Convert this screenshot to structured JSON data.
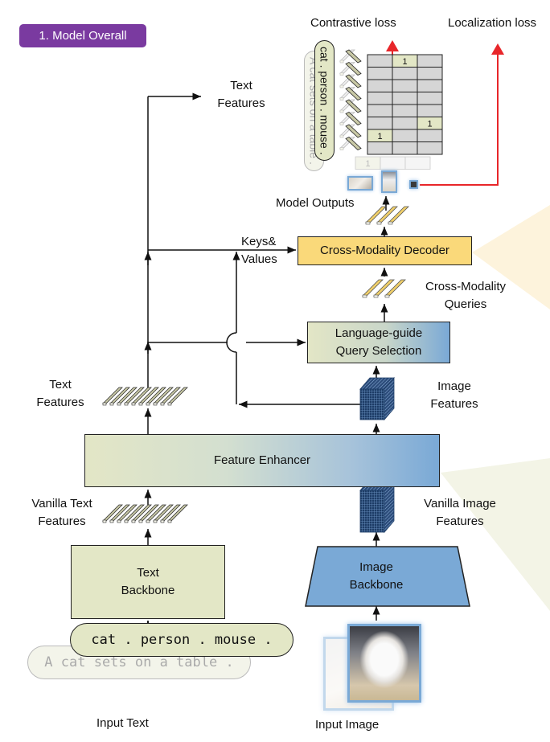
{
  "badge": {
    "label": "1. Model Overall",
    "color": "#7a3aa0"
  },
  "losses": {
    "contrastive": "Contrastive loss",
    "localization": "Localization loss",
    "arrow_color": "#e8262a"
  },
  "labels": {
    "text_features_top_line1": "Text",
    "text_features_top_line2": "Features",
    "model_outputs": "Model Outputs",
    "keys_values_line1": "Keys&",
    "keys_values_line2": "Values",
    "cmq_line1": "Cross-Modality",
    "cmq_line2": "Queries",
    "text_features_line1": "Text",
    "text_features_line2": "Features",
    "image_features_line1": "Image",
    "image_features_line2": "Features",
    "vanilla_text_line1": "Vanilla Text",
    "vanilla_text_line2": "Features",
    "vanilla_image_line1": "Vanilla Image",
    "vanilla_image_line2": "Features",
    "input_text": "Input Text",
    "input_image": "Input Image"
  },
  "blocks": {
    "decoder": "Cross-Modality Decoder",
    "lqs_line1": "Language-guide",
    "lqs_line2": "Query Selection",
    "feature_enhancer": "Feature Enhancer",
    "text_backbone_line1": "Text",
    "text_backbone_line2": "Backbone",
    "image_backbone_line1": "Image",
    "image_backbone_line2": "Backbone"
  },
  "prompts": {
    "main": "cat . person . mouse .",
    "ghost": "A cat sets on a table ."
  },
  "matrix": {
    "rows": 8,
    "cols": 3,
    "ones": [
      [
        0,
        1
      ],
      [
        5,
        2
      ],
      [
        6,
        0
      ]
    ],
    "ghost_row_value": "1",
    "cell_value": "1"
  },
  "colors": {
    "decoder": "#fad97a",
    "text_green": "#e3e7c6",
    "image_blue": "#7aa9d6"
  }
}
